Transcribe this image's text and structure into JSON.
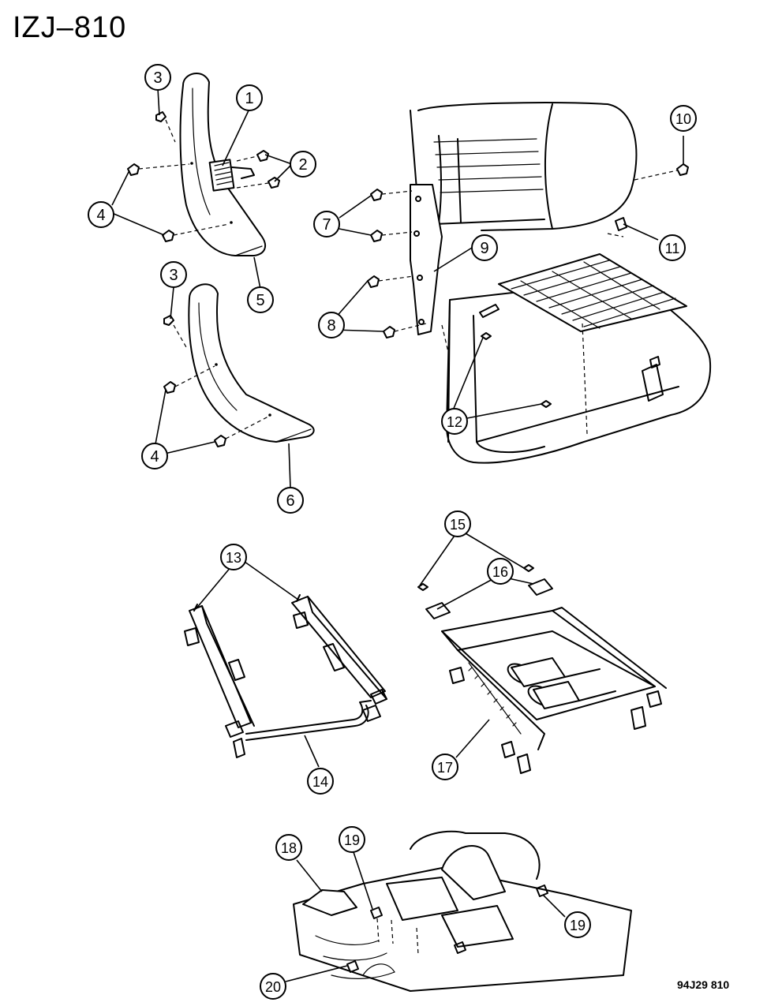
{
  "diagram": {
    "title": "IZJ–810",
    "footer_code": "94J29 810",
    "callouts": [
      "1",
      "2",
      "3",
      "4",
      "5",
      "6",
      "7",
      "8",
      "9",
      "10",
      "11",
      "12",
      "13",
      "14",
      "15",
      "16",
      "17",
      "18",
      "19",
      "20"
    ]
  }
}
